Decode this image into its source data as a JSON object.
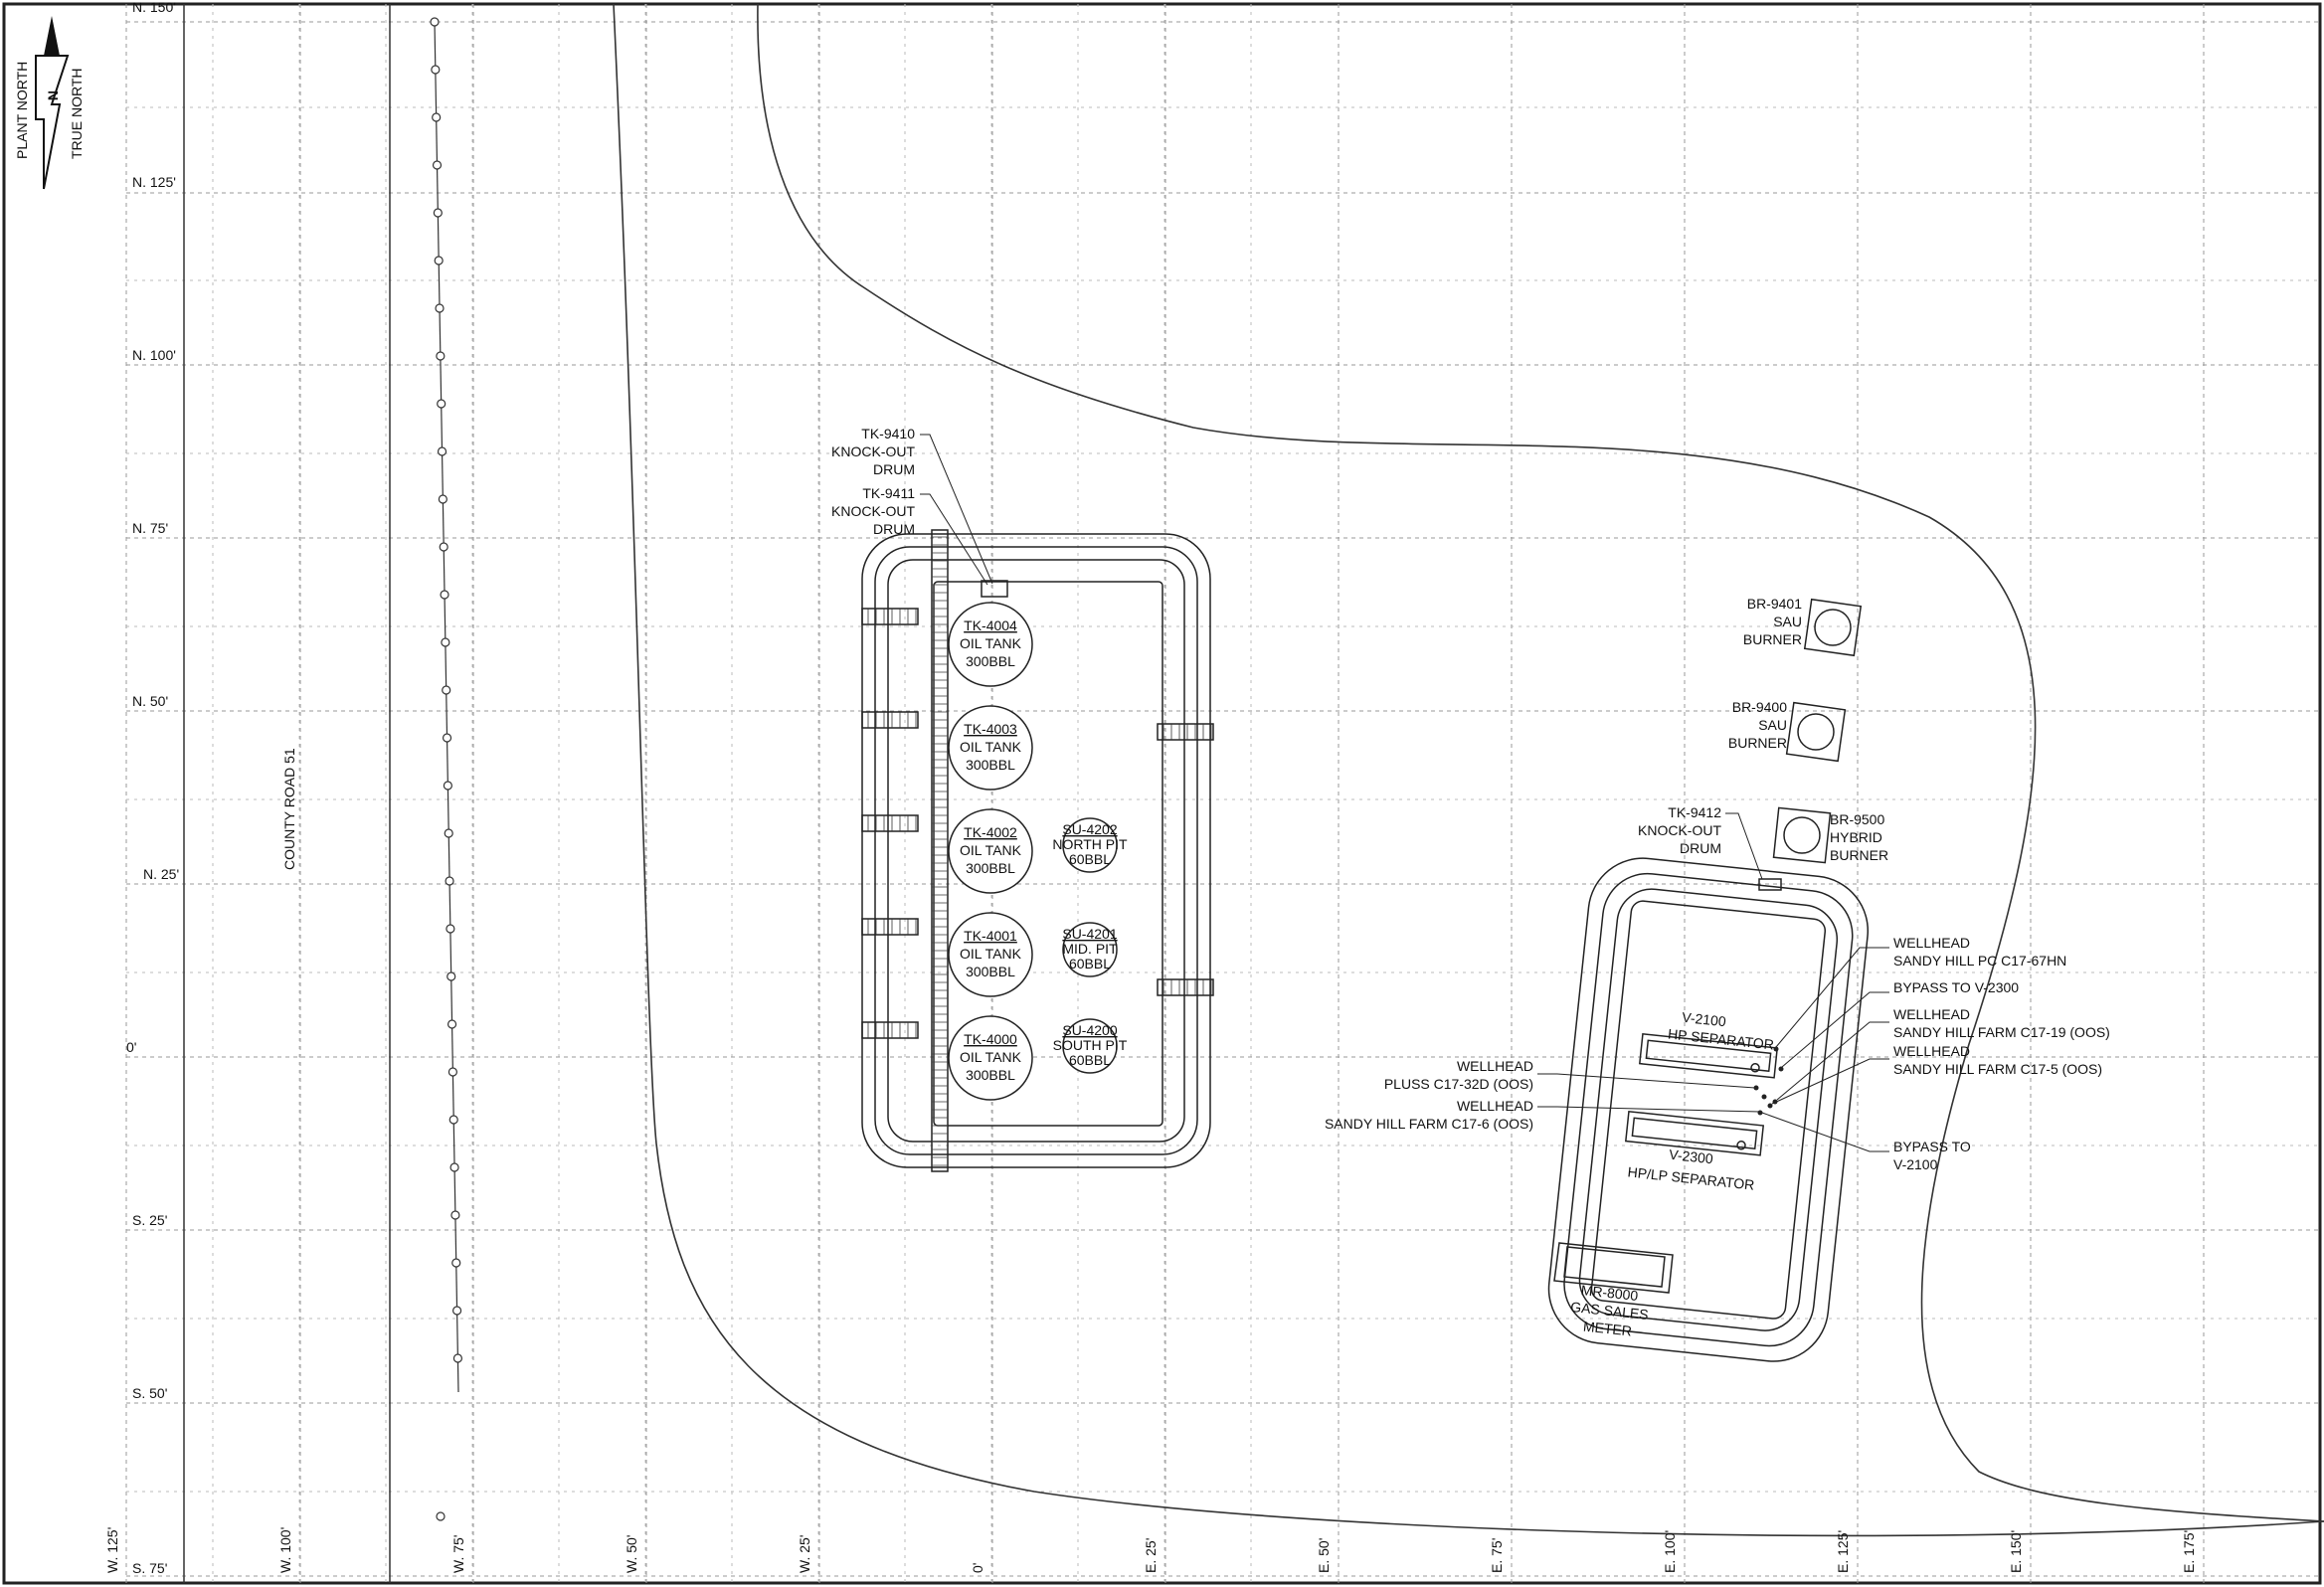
{
  "north_arrow": {
    "plant_north": "PLANT NORTH",
    "true_north": "TRUE NORTH",
    "glyph": "N"
  },
  "grid": {
    "y_labels": [
      "N. 150'",
      "N. 125'",
      "N. 100'",
      "N. 75'",
      "N. 50'",
      "N. 25'",
      "0'",
      "S. 25'",
      "S. 50'",
      "S. 75'"
    ],
    "x_labels": [
      "W. 125'",
      "W. 100'",
      "W. 75'",
      "W. 50'",
      "W. 25'",
      "0'",
      "E. 25'",
      "E. 50'",
      "E. 75'",
      "E. 100'",
      "E. 125'",
      "E. 150'",
      "E. 175'"
    ]
  },
  "road": {
    "name": "COUNTY ROAD 51"
  },
  "drums": [
    {
      "tag": "TK-9410",
      "line2": "KNOCK-OUT",
      "line3": "DRUM"
    },
    {
      "tag": "TK-9411",
      "line2": "KNOCK-OUT",
      "line3": "DRUM"
    },
    {
      "tag": "TK-9412",
      "line2": "KNOCK-OUT",
      "line3": "DRUM"
    }
  ],
  "oil_tanks": [
    {
      "tag": "TK-4004",
      "desc": "OIL TANK",
      "cap": "300BBL"
    },
    {
      "tag": "TK-4003",
      "desc": "OIL TANK",
      "cap": "300BBL"
    },
    {
      "tag": "TK-4002",
      "desc": "OIL TANK",
      "cap": "300BBL"
    },
    {
      "tag": "TK-4001",
      "desc": "OIL TANK",
      "cap": "300BBL"
    },
    {
      "tag": "TK-4000",
      "desc": "OIL TANK",
      "cap": "300BBL"
    }
  ],
  "pits": [
    {
      "tag": "SU-4202",
      "desc": "NORTH PIT",
      "cap": "60BBL"
    },
    {
      "tag": "SU-4201",
      "desc": "MID. PIT",
      "cap": "60BBL"
    },
    {
      "tag": "SU-4200",
      "desc": "SOUTH PIT",
      "cap": "60BBL"
    }
  ],
  "burners": [
    {
      "tag": "BR-9401",
      "line2": "SAU",
      "line3": "BURNER"
    },
    {
      "tag": "BR-9400",
      "line2": "SAU",
      "line3": "BURNER"
    },
    {
      "tag": "BR-9500",
      "line2": "HYBRID",
      "line3": "BURNER"
    }
  ],
  "separators": [
    {
      "tag": "V-2100",
      "desc": "HP SEPARATOR"
    },
    {
      "tag": "V-2300",
      "desc": "HP/LP SEPARATOR"
    }
  ],
  "callouts_right": [
    {
      "line1": "WELLHEAD",
      "line2": "SANDY HILL PC C17-67HN"
    },
    {
      "line1": "BYPASS TO V-2300",
      "line2": ""
    },
    {
      "line1": "WELLHEAD",
      "line2": "SANDY HILL FARM C17-19 (OOS)"
    },
    {
      "line1": "WELLHEAD",
      "line2": "SANDY HILL FARM C17-5 (OOS)"
    },
    {
      "line1": "BYPASS TO",
      "line2": "V-2100"
    }
  ],
  "callouts_left": [
    {
      "line1": "WELLHEAD",
      "line2": "PLUSS C17-32D (OOS)"
    },
    {
      "line1": "WELLHEAD",
      "line2": "SANDY HILL FARM C17-6 (OOS)"
    }
  ],
  "meter": {
    "tag": "MR-8000",
    "line2": "GAS SALES",
    "line3": "METER"
  }
}
